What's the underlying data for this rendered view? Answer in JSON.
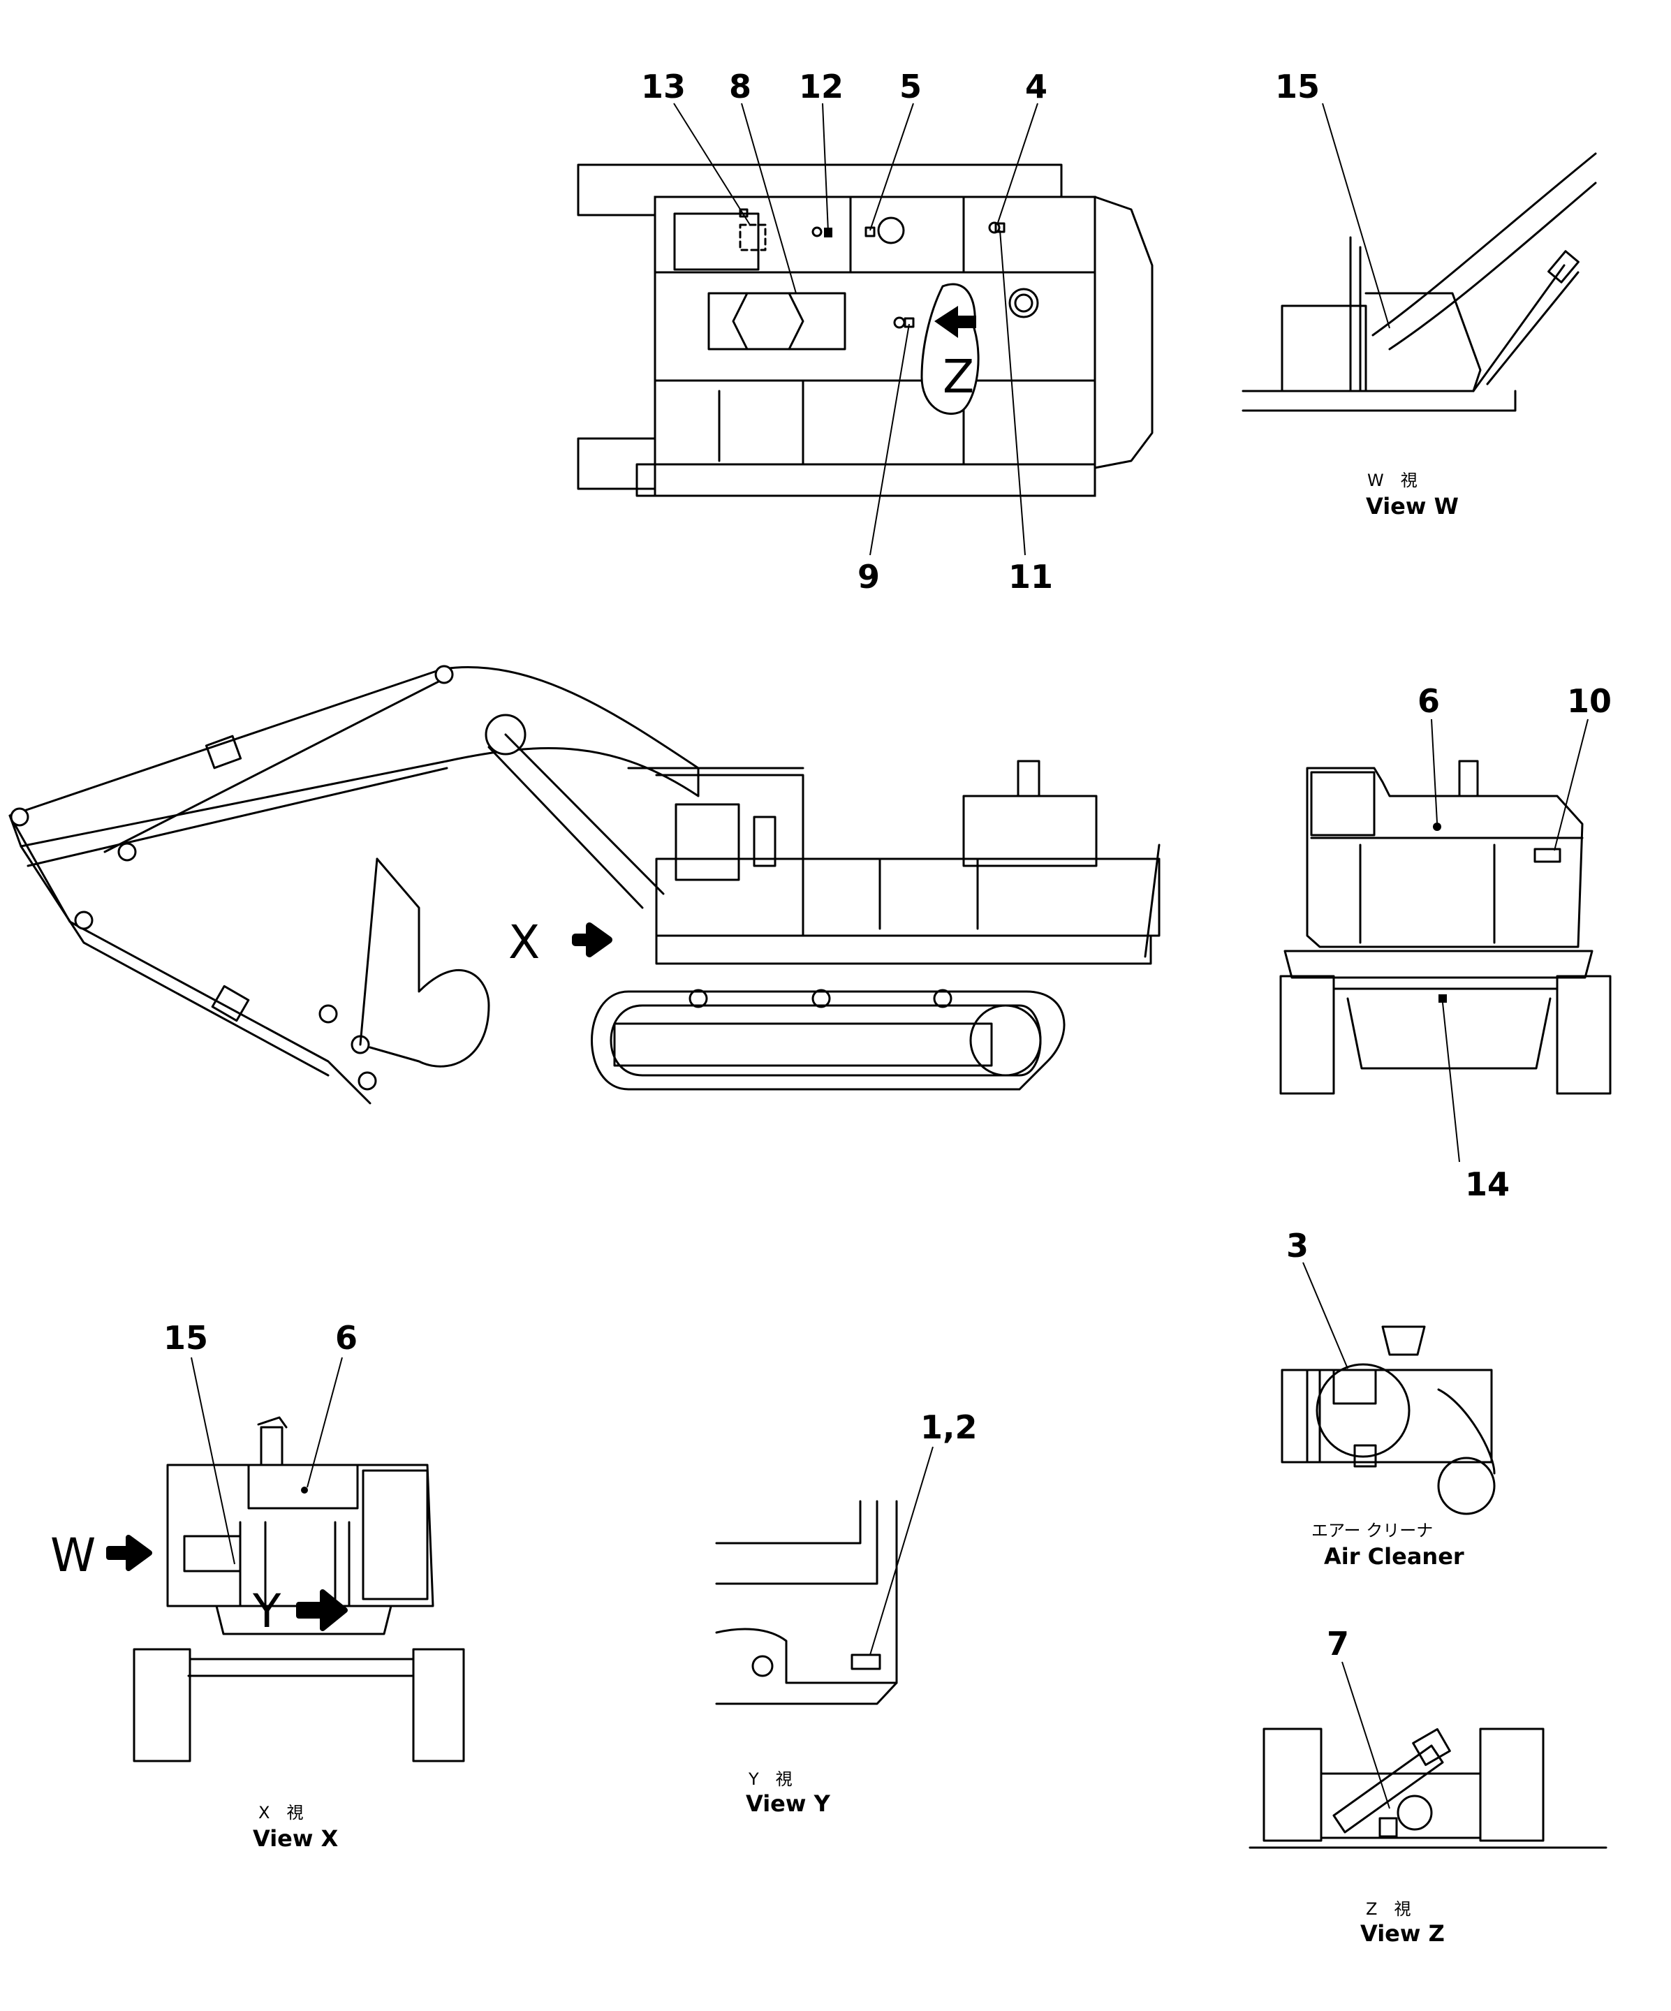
{
  "callouts": {
    "n1_2": "1,2",
    "n3": "3",
    "n4": "4",
    "n5": "5",
    "n6_top": "6",
    "n6_x": "6",
    "n7": "7",
    "n8": "8",
    "n9": "9",
    "n10": "10",
    "n11": "11",
    "n12": "12",
    "n13": "13",
    "n14": "14",
    "n15_w": "15",
    "n15_x": "15"
  },
  "view_letters": {
    "x_arrow": "X",
    "z_arrow": "Z",
    "w_arrow": "W",
    "y_arrow": "Y"
  },
  "captions": {
    "view_w_jp": "W　視",
    "view_w": "View W",
    "view_x_jp": "X　視",
    "view_x": "View X",
    "view_y_jp": "Y　視",
    "view_y": "View Y",
    "view_z_jp": "Z　視",
    "view_z": "View Z",
    "air_cleaner_jp": "エアー クリーナ",
    "air_cleaner": "Air Cleaner"
  }
}
